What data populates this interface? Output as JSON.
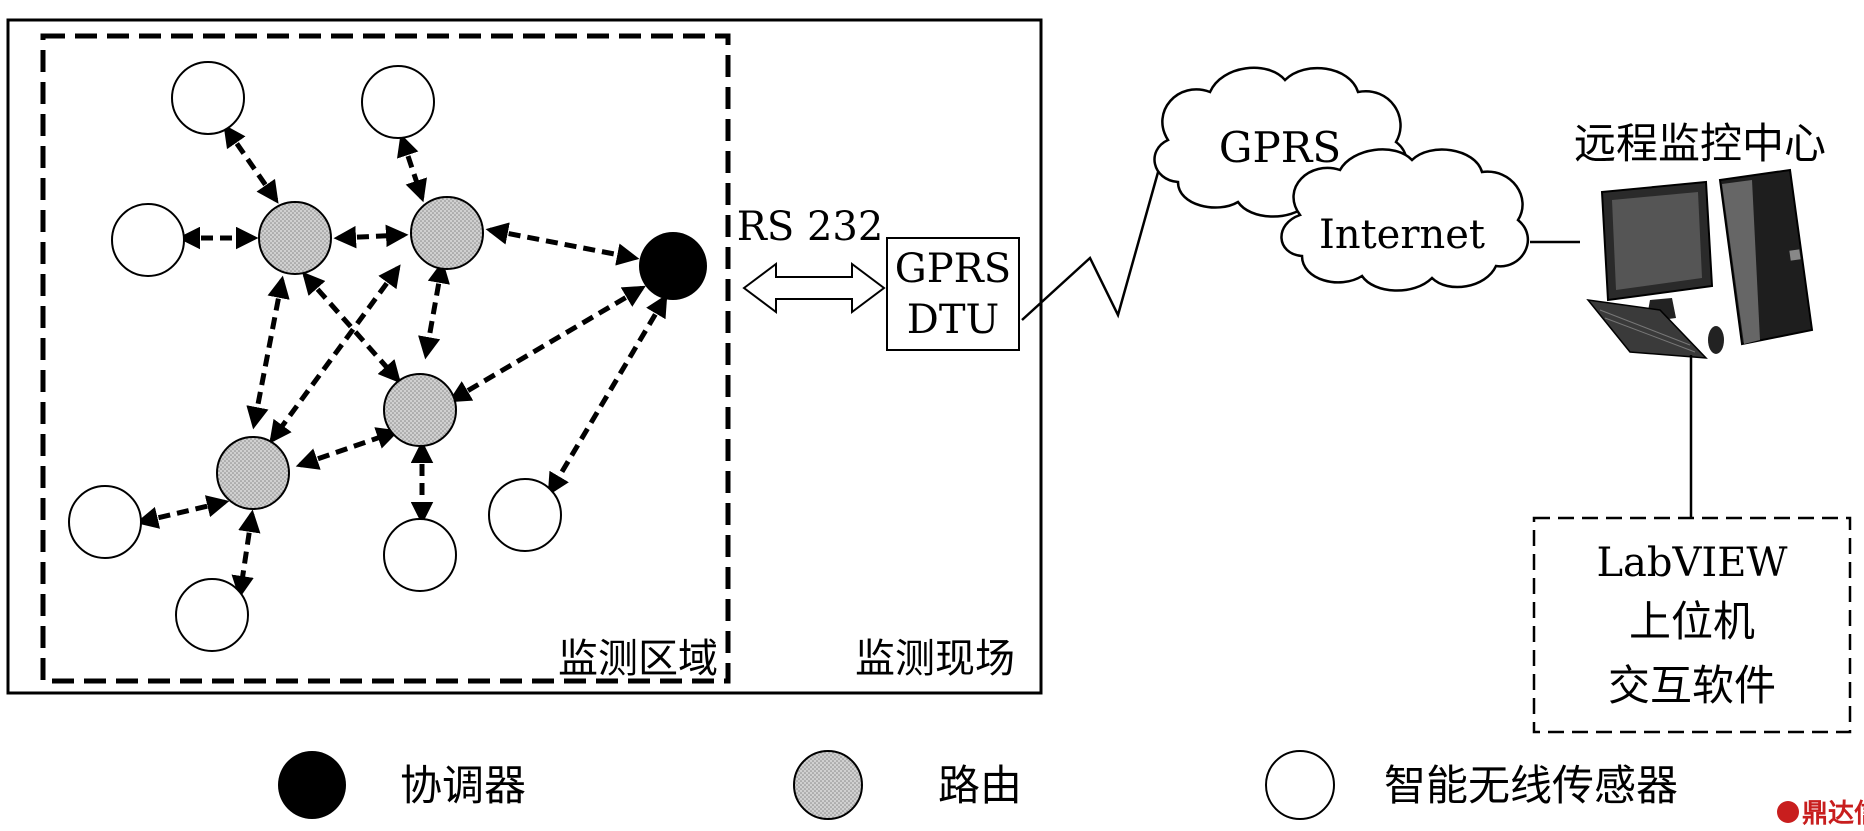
{
  "labels": {
    "rs232": "RS 232",
    "dtu_line1": "GPRS",
    "dtu_line2": "DTU",
    "gprs_cloud": "GPRS",
    "internet_cloud": "Internet",
    "remote_center": "远程监控中心",
    "monitor_area": "监测区域",
    "monitor_site": "监测现场",
    "software_line1": "LabVIEW",
    "software_line2": "上位机",
    "software_line3": "交互软件"
  },
  "legend": {
    "coordinator": "协调器",
    "router": "路由",
    "sensor": "智能无线传感器"
  },
  "watermark": "鼎达信",
  "colors": {
    "coordinator": "#000000",
    "router": "#c8c8c8",
    "sensor": "#ffffff",
    "line": "#000000"
  }
}
